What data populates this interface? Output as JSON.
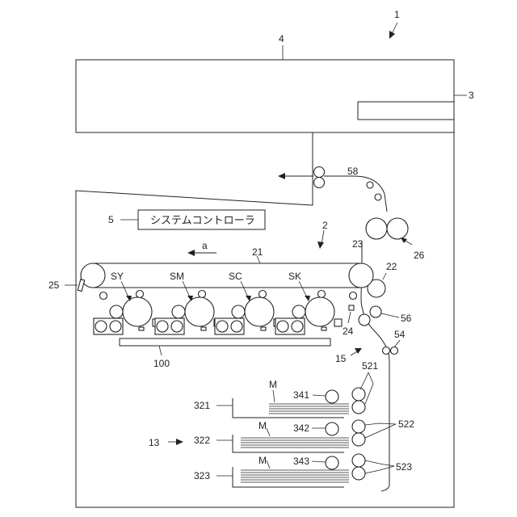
{
  "labels": {
    "apparatus": "1",
    "reader": "4",
    "reader_slot": "3",
    "controller_ref": "5",
    "controller_text": "システムコントローラ",
    "image_unit": "2",
    "direction": "a",
    "belt": "21",
    "roller_23": "23",
    "roller_22": "22",
    "roller_26": "26",
    "cleaner": "25",
    "station_sy": "SY",
    "station_sm": "SM",
    "station_sc": "SC",
    "station_sk": "SK",
    "sensor_24": "24",
    "exposure": "100",
    "transport": "15",
    "roller_56": "56",
    "roller_54": "54",
    "exit_58": "58",
    "feeder": "13",
    "feed_521": "521",
    "feed_522": "522",
    "feed_523": "523",
    "pickup_341": "341",
    "pickup_342": "342",
    "pickup_343": "343",
    "cassette_321": "321",
    "cassette_322": "322",
    "cassette_323": "323",
    "media_1": "M",
    "media_2": "M",
    "media_3": "M"
  }
}
